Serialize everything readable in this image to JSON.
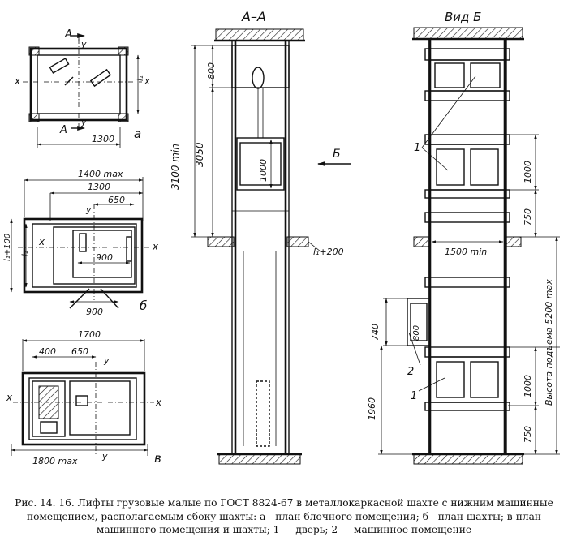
{
  "labels": {
    "section_title": "А–А",
    "view_title": "Вид Б",
    "view_arrow": "Б",
    "plan_a": "а",
    "plan_b": "б",
    "plan_c": "в",
    "cut_a_top": "А",
    "cut_a_bottom": "А",
    "axis_x": "x",
    "axis_y": "y",
    "axis_l1": "l₁",
    "callout_1_upper": "1",
    "callout_1_lower": "1",
    "callout_2": "2"
  },
  "dims": {
    "a_width": "1300",
    "b_overall": "1400 max",
    "b_inner": "1300",
    "b_offset": "650",
    "b_door": "900",
    "b_bottom": "900",
    "b_side": "l₁+100",
    "c_overall": "1700",
    "c_left": "400",
    "c_offset": "650",
    "c_bottom": "1800 max",
    "s_travel": "3100 min",
    "s_upper": "3050",
    "s_top": "800",
    "s_car": "1000",
    "s_side": "l₁+200",
    "v_door_top": "1000",
    "v_gap": "750",
    "v_shaft_width": "1500 min",
    "v_travel": "Высота подъема 5200 max",
    "v_room": "740",
    "v_room_inner": "800",
    "v_door_bottom": "1000",
    "v_bottom": "1960",
    "v_pit": "750"
  },
  "caption": {
    "line1": "Рис. 14. 16. Лифты грузовые малые по ГОСТ 8824-67 в металлокаркасной шахте с нижним машинные",
    "line2": "помещением, располагаемым сбоку шахты: а - план блочного помещения; б - план шахты; в-план",
    "line3": "машинного помещения и шахты; 1 — дверь; 2 — машинное помещение"
  }
}
